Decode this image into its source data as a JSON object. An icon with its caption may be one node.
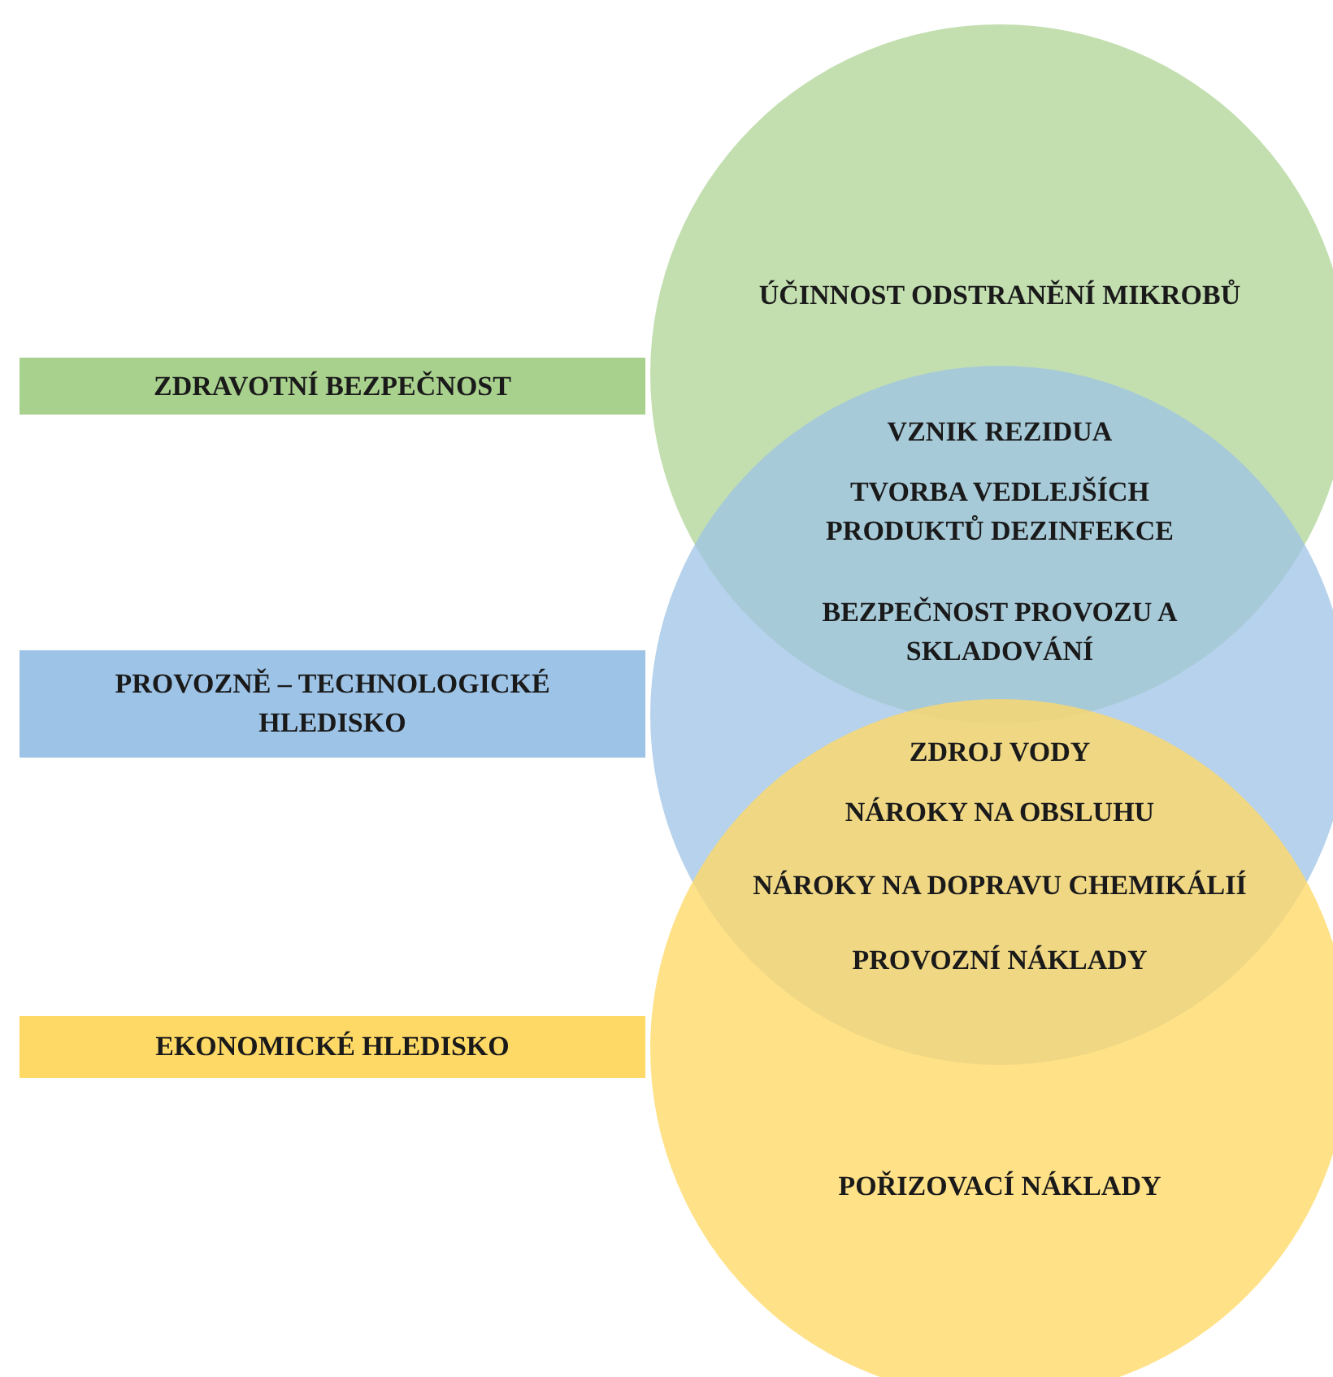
{
  "diagram": {
    "nodes": [
      {
        "text": [
          "ZDRAVOTNÍ BEZPEČNOST"
        ]
      },
      {
        "text": [
          "PROVOZNĚ – TECHNOLOGICKÉ HLEDISKO"
        ]
      },
      {
        "text": [
          "EKONOMICKÉ HLEDISKO"
        ]
      },
      {
        "text": [
          "ÚČINNOST ODSTRANĚNÍ MIKROBŮ"
        ]
      },
      {
        "text": [],
        "shape": "circle"
      },
      {
        "text": [
          "POŘIZOVACÍ NÁKLADY"
        ]
      }
    ],
    "labels": [
      "VZNIK REZIDUA",
      "TVORBA VEDLEJŠÍCH PRODUKTŮ DEZINFEKCE",
      "BEZPEČNOST PROVOZU A SKLADOVÁNÍ",
      "ZDROJ VODY",
      "NÁROKY NA OBSLUHU",
      "NÁROKY NA DOPRAVU CHEMIKÁLIÍ",
      "PROVOZNÍ NÁKLADY"
    ]
  }
}
